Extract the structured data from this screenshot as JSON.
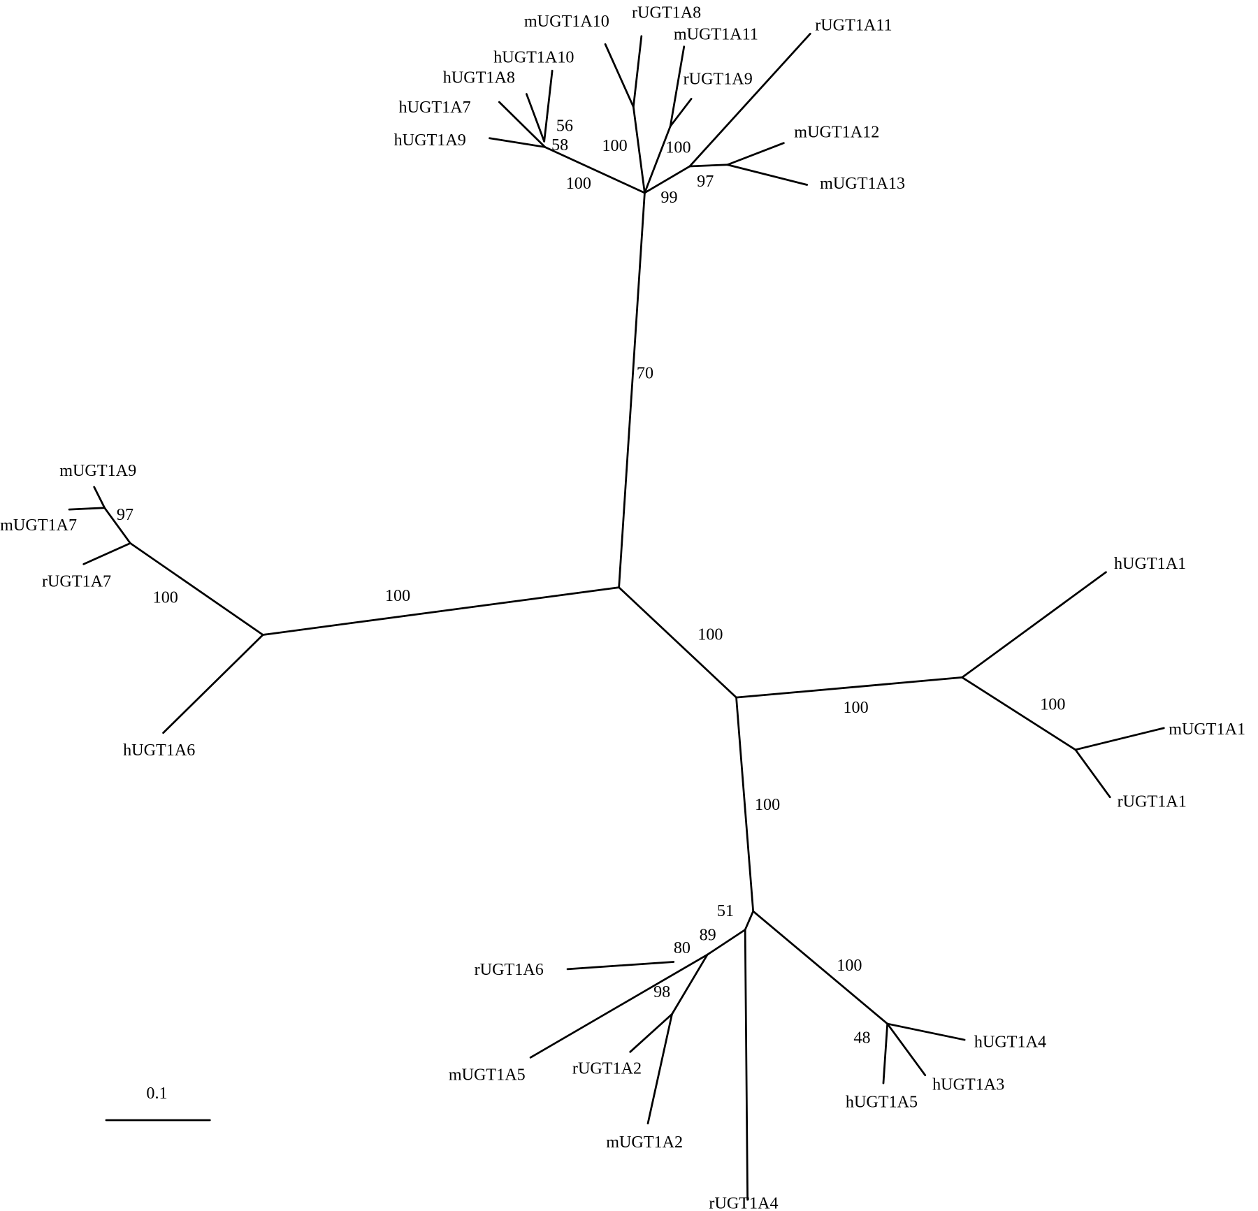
{
  "tree": {
    "leaves": {
      "mUGT1A10": "mUGT1A10",
      "rUGT1A8": "rUGT1A8",
      "mUGT1A11": "mUGT1A11",
      "rUGT1A11": "rUGT1A11",
      "hUGT1A10": "hUGT1A10",
      "hUGT1A8": "hUGT1A8",
      "rUGT1A9": "rUGT1A9",
      "hUGT1A7": "hUGT1A7",
      "hUGT1A9": "hUGT1A9",
      "mUGT1A12": "mUGT1A12",
      "mUGT1A13": "mUGT1A13",
      "mUGT1A9": "mUGT1A9",
      "mUGT1A7": "mUGT1A7",
      "rUGT1A7": "rUGT1A7",
      "hUGT1A6": "hUGT1A6",
      "hUGT1A1": "hUGT1A1",
      "mUGT1A1": "mUGT1A1",
      "rUGT1A1": "rUGT1A1",
      "rUGT1A6": "rUGT1A6",
      "mUGT1A5": "mUGT1A5",
      "rUGT1A2": "rUGT1A2",
      "mUGT1A2": "mUGT1A2",
      "rUGT1A4": "rUGT1A4",
      "hUGT1A4": "hUGT1A4",
      "hUGT1A3": "hUGT1A3",
      "hUGT1A5": "hUGT1A5"
    },
    "bootstrap": {
      "b56": "56",
      "b58": "58",
      "b100_h": "100",
      "b100_m10": "100",
      "b100_m11": "100",
      "b99": "99",
      "b97_top": "97",
      "b70": "70",
      "b97_left": "97",
      "b100_left_inner": "100",
      "b100_left": "100",
      "b100_right": "100",
      "b100_a1": "100",
      "b100_a1_inner": "100",
      "b100_down": "100",
      "b51": "51",
      "b89": "89",
      "b80": "80",
      "b98": "98",
      "b100_a345": "100",
      "b48": "48"
    },
    "scale_bar": "0.1"
  }
}
